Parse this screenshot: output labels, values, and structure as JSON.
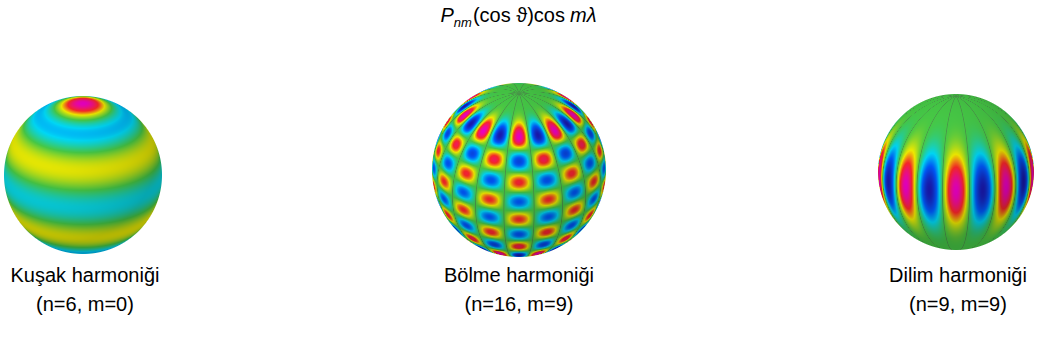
{
  "diagram": {
    "labels": [
      "P",
      "nm",
      "(cos ϑ)cos",
      "m",
      "λ",
      "Kuşak harmoniği",
      "(n=6, m=0)",
      "Bölme harmoniği",
      "(n=16, m=9)",
      "Dilim harmoniği",
      "(n=9, m=9)"
    ]
  }
}
